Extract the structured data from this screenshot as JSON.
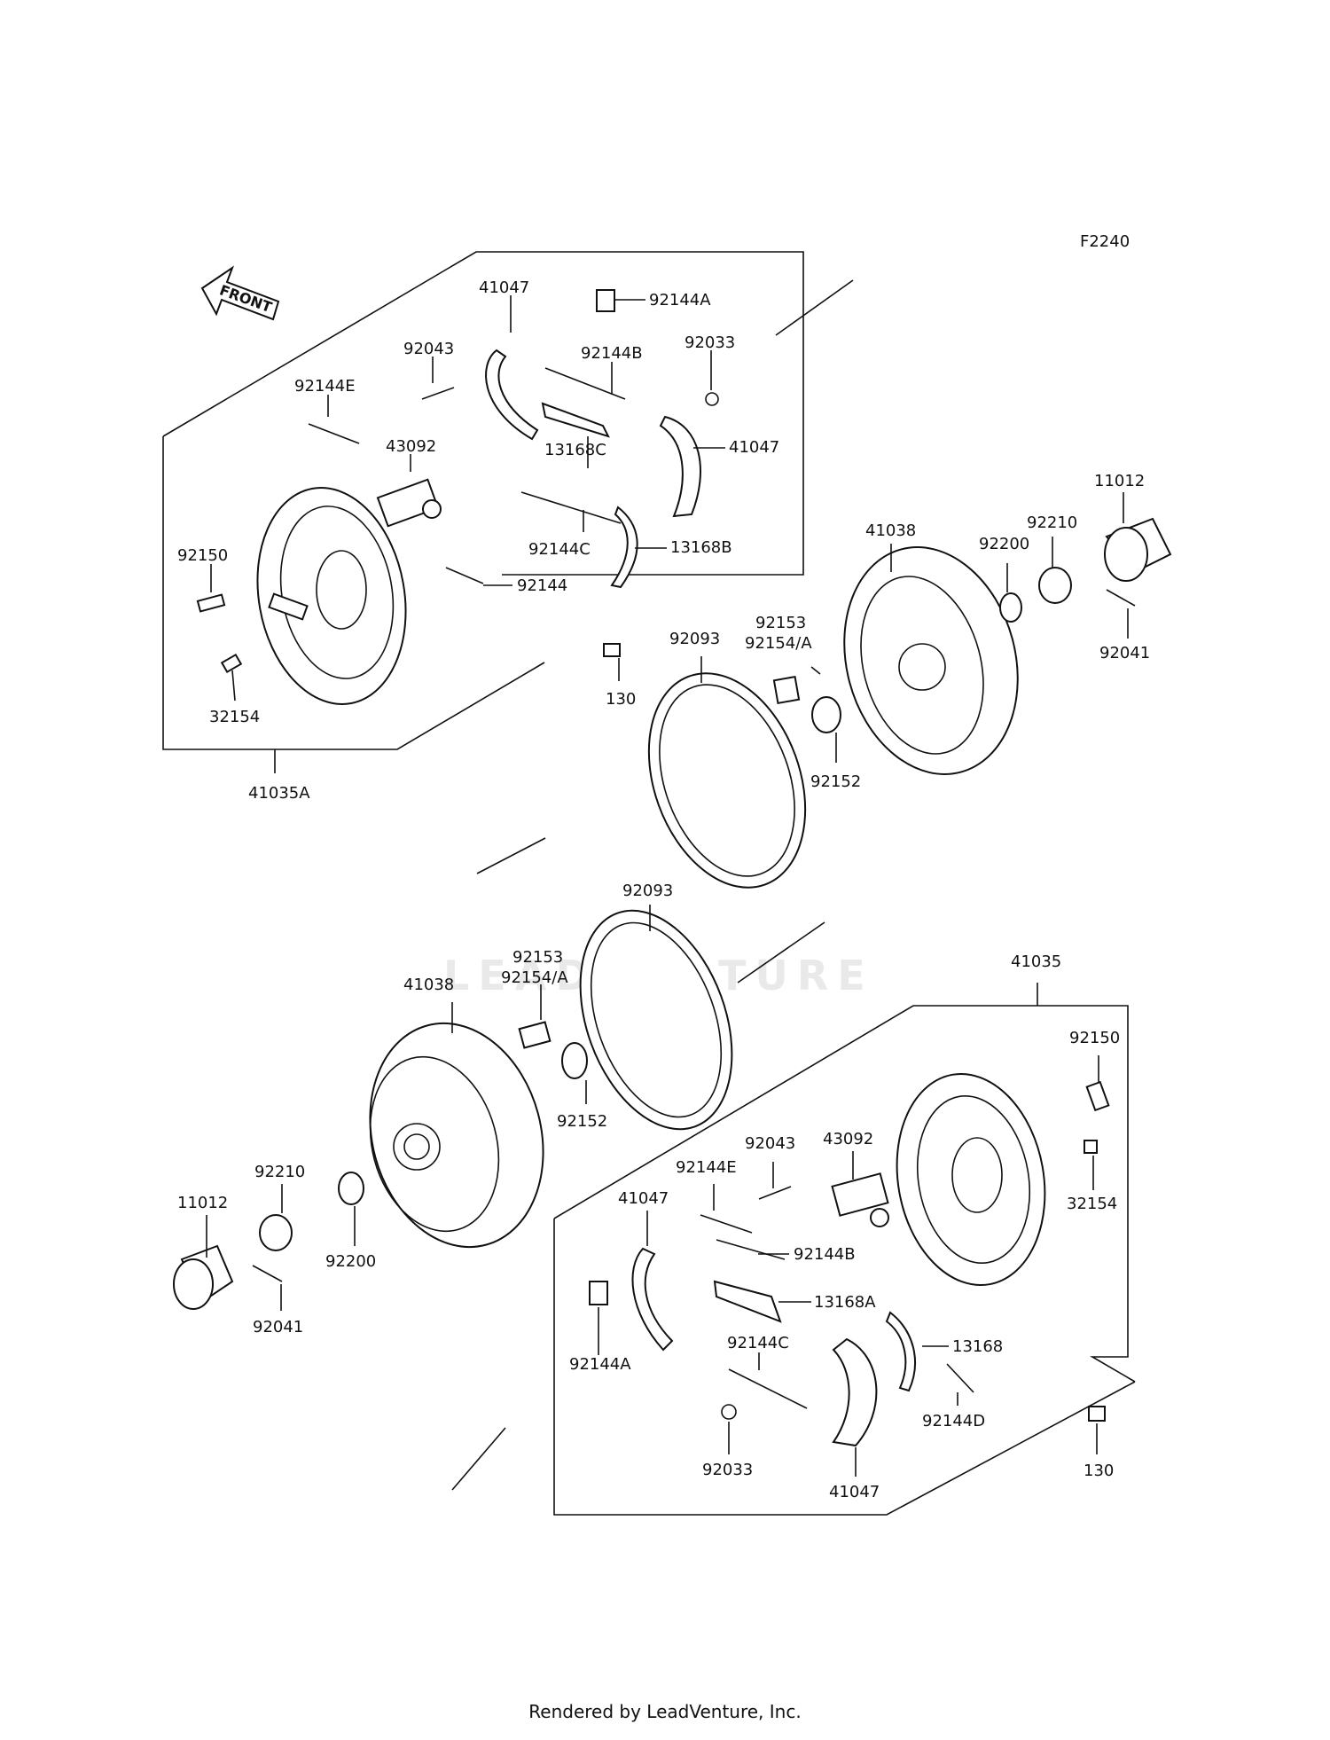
{
  "diagram_code": "F2240",
  "front_label": "FRONT",
  "watermark": "LEADVENTURE",
  "footer": "Rendered by LeadVenture, Inc.",
  "upper_group": {
    "assembly_label": "41035A",
    "parts": {
      "shoe_top": "41047",
      "clip_a": "92144A",
      "pin": "92043",
      "spring_b": "92144B",
      "circlip": "92033",
      "spring_e": "92144E",
      "wheel_cylinder": "43092",
      "lever_c": "13168C",
      "shoe_right": "41047",
      "spring_c": "92144C",
      "lever_b": "13168B",
      "bolt": "92150",
      "spring": "92144",
      "bleeder": "32154",
      "bolt_130": "130"
    }
  },
  "upper_drum": {
    "drum": "41038",
    "seal": "92093",
    "bolt_a": "92153",
    "bolt_b": "92154/A",
    "washer_seal": "92152",
    "washer": "92200",
    "nut": "92210",
    "cap": "11012",
    "cotter_pin": "92041"
  },
  "lower_drum": {
    "seal": "92093",
    "bolt_a": "92153",
    "bolt_b": "92154/A",
    "drum": "41038",
    "washer_seal": "92152",
    "nut": "92210",
    "cap": "11012",
    "washer": "92200",
    "cotter_pin": "92041"
  },
  "lower_group": {
    "assembly_label": "41035",
    "parts": {
      "bolt": "92150",
      "pin": "92043",
      "wheel_cylinder": "43092",
      "spring_e": "92144E",
      "shoe_left": "41047",
      "bleeder": "32154",
      "spring_b": "92144B",
      "lever_a": "13168A",
      "clip_a": "92144A",
      "spring_c": "92144C",
      "lever": "13168",
      "spring_d": "92144D",
      "circlip": "92033",
      "shoe_bottom": "41047",
      "bolt_130": "130"
    }
  }
}
